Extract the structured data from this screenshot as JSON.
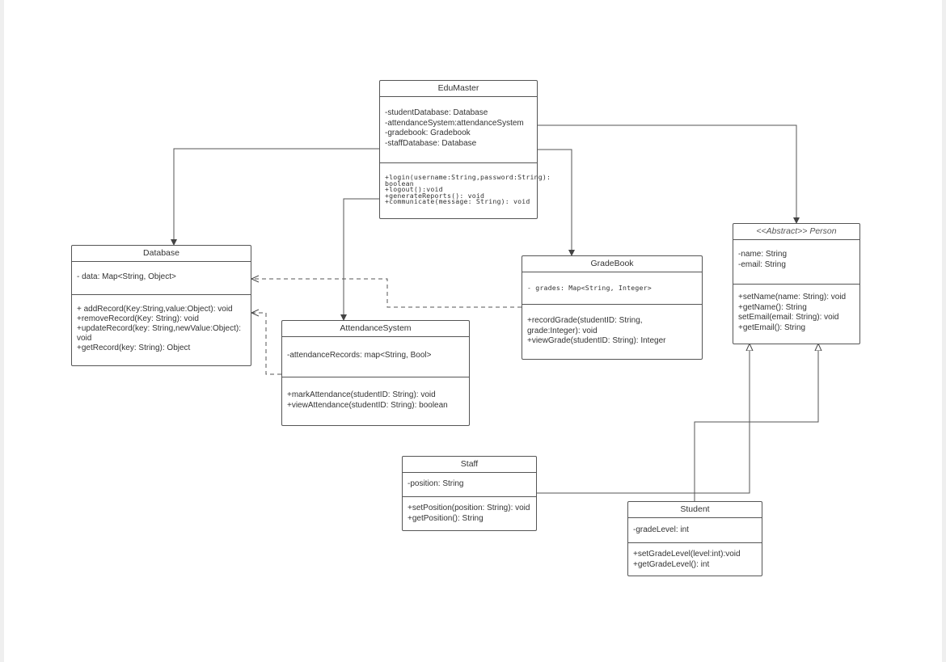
{
  "classes": {
    "edumaster": {
      "name": "EduMaster",
      "attributes": [
        "-studentDatabase: Database",
        "-attendanceSystem:attendanceSystem",
        "-gradebook: Gradebook",
        "-staffDatabase: Database"
      ],
      "methods": [
        "+login(username:String,password:String):",
        "boolean",
        "+logout():void",
        "+generateReports(): void",
        "+communicate(message: String): void"
      ]
    },
    "database": {
      "name": "Database",
      "attributes": [
        "- data: Map<String, Object>"
      ],
      "methods": [
        "+ addRecord(Key:String,value:Object): void",
        "+removeRecord(Key: String): void",
        "+updateRecord(key: String,newValue:Object):",
        "void",
        "+getRecord(key: String): Object"
      ]
    },
    "attendance": {
      "name": "AttendanceSystem",
      "attributes": [
        "-attendanceRecords: map<String, Bool>"
      ],
      "methods": [
        "+markAttendance(studentID: String): void",
        "+viewAttendance(studentID: String): boolean"
      ]
    },
    "gradebook": {
      "name": "GradeBook",
      "attributes": [
        "- grades: Map<String, Integer>"
      ],
      "methods": [
        "+recordGrade(studentID: String,",
        "grade:Integer): void",
        "+viewGrade(studentID: String): Integer"
      ]
    },
    "person": {
      "name": "<<Abstract>>  Person",
      "attributes": [
        "-name: String",
        "-email: String"
      ],
      "methods": [
        "+setName(name: String): void",
        "+getName(): String",
        "setEmail(email: String): void",
        "+getEmail(): String"
      ]
    },
    "staff": {
      "name": "Staff",
      "attributes": [
        "-position: String"
      ],
      "methods": [
        "+setPosition(position: String): void",
        "+getPosition(): String"
      ]
    },
    "student": {
      "name": "Student",
      "attributes": [
        "-gradeLevel: int"
      ],
      "methods": [
        "+setGradeLevel(level:int):void",
        "+getGradeLevel(): int"
      ]
    }
  },
  "colors": {
    "line": "#555555",
    "border": "#555555",
    "text": "#333333"
  }
}
